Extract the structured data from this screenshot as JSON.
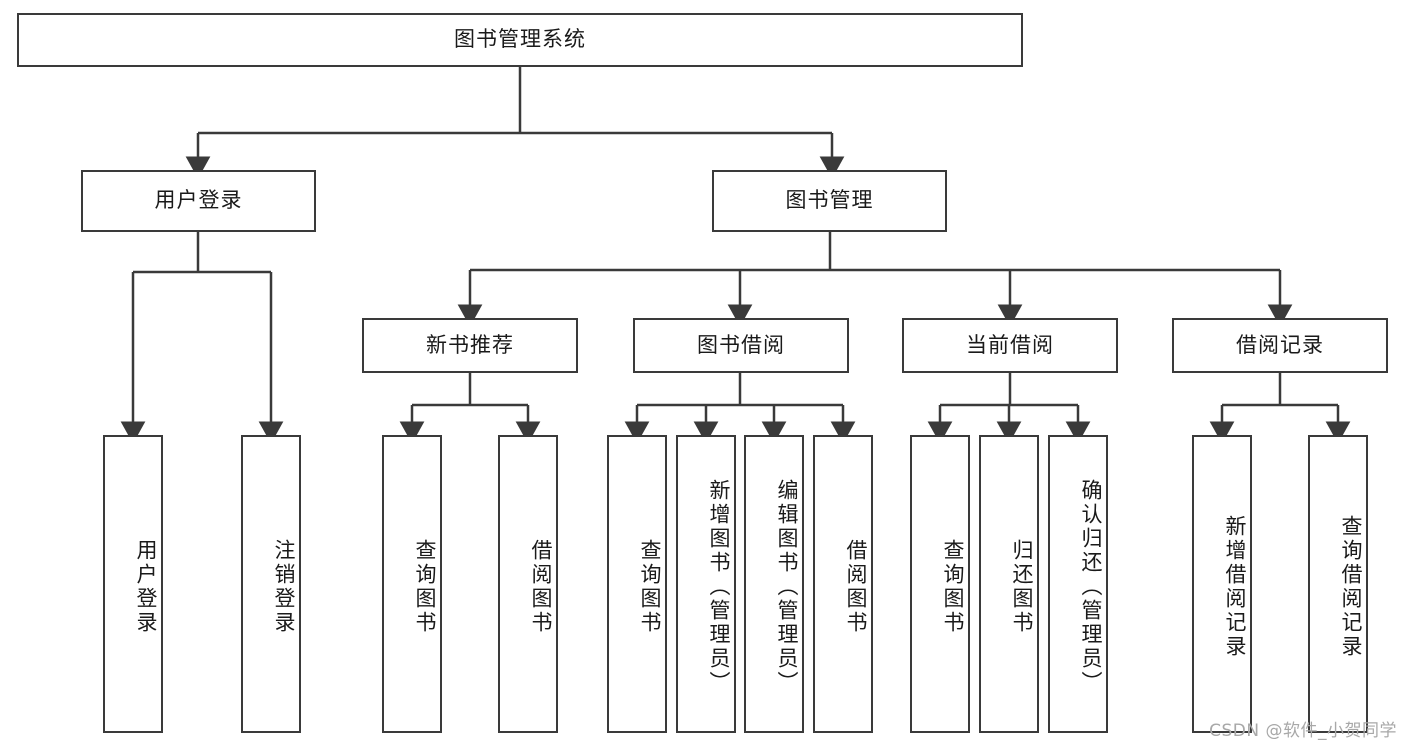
{
  "diagram": {
    "title": "图书管理系统",
    "type": "hierarchy-tree",
    "root": {
      "label": "图书管理系统"
    },
    "level2": [
      {
        "label": "用户登录"
      },
      {
        "label": "图书管理"
      }
    ],
    "level3": [
      {
        "label": "新书推荐"
      },
      {
        "label": "图书借阅"
      },
      {
        "label": "当前借阅"
      },
      {
        "label": "借阅记录"
      }
    ],
    "leaves": {
      "user_login": [
        {
          "label": "用户登录"
        },
        {
          "label": "注销登录"
        }
      ],
      "new_book_recommend": [
        {
          "label": "查询图书"
        },
        {
          "label": "借阅图书"
        }
      ],
      "book_borrow": [
        {
          "label": "查询图书"
        },
        {
          "label": "新增图书（管理员）"
        },
        {
          "label": "编辑图书（管理员）"
        },
        {
          "label": "借阅图书"
        }
      ],
      "current_borrow": [
        {
          "label": "查询图书"
        },
        {
          "label": "归还图书"
        },
        {
          "label": "确认归还（管理员）"
        }
      ],
      "borrow_record": [
        {
          "label": "新增借阅记录"
        },
        {
          "label": "查询借阅记录"
        }
      ]
    }
  },
  "watermark": {
    "text": "CSDN @软件_小贺同学"
  },
  "colors": {
    "stroke": "#3a3a3a",
    "background": "#ffffff",
    "text": "#1a1a1a",
    "watermark": "#a8a8a8"
  }
}
